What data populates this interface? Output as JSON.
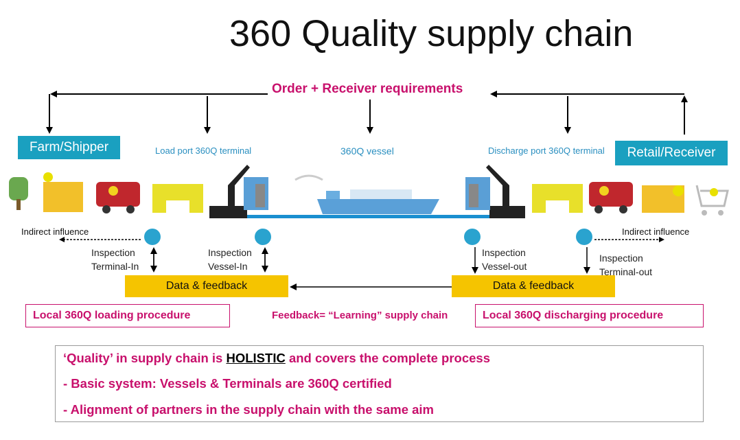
{
  "title": "360 Quality supply chain",
  "order_requirements": "Order + Receiver requirements",
  "actors": {
    "farm_shipper": "Farm/Shipper",
    "retail_receiver": "Retail/Receiver"
  },
  "stages": {
    "load_port": "Load port 360Q terminal",
    "vessel": "360Q vessel",
    "discharge_port": "Discharge port 360Q terminal"
  },
  "indirect_influence_left": "Indirect influence",
  "indirect_influence_right": "Indirect influence",
  "inspections": {
    "terminal_in": [
      "Inspection",
      "Terminal-In"
    ],
    "vessel_in": [
      "Inspection",
      "Vessel-In"
    ],
    "vessel_out": [
      "Inspection",
      "Vessel-out"
    ],
    "terminal_out": [
      "Inspection",
      "Terminal-out"
    ]
  },
  "data_feedback_left": "Data & feedback",
  "data_feedback_right": "Data & feedback",
  "local_loading": "Local 360Q loading procedure",
  "local_discharging": "Local 360Q discharging procedure",
  "feedback_learning": "Feedback= “Learning” supply chain",
  "summary": {
    "line1_prefix": "‘Quality’ in supply chain is ",
    "line1_emphasis": "HOLISTIC",
    "line1_suffix": " and covers the complete process",
    "line2": "- Basic system: Vessels & Terminals are 360Q certified",
    "line3": "- Alignment of partners in the supply chain with the same aim"
  },
  "colors": {
    "magenta": "#c8106c",
    "teal": "#1aa0c0",
    "yellow": "#f5c400",
    "circle_blue": "#2aa3cf"
  }
}
